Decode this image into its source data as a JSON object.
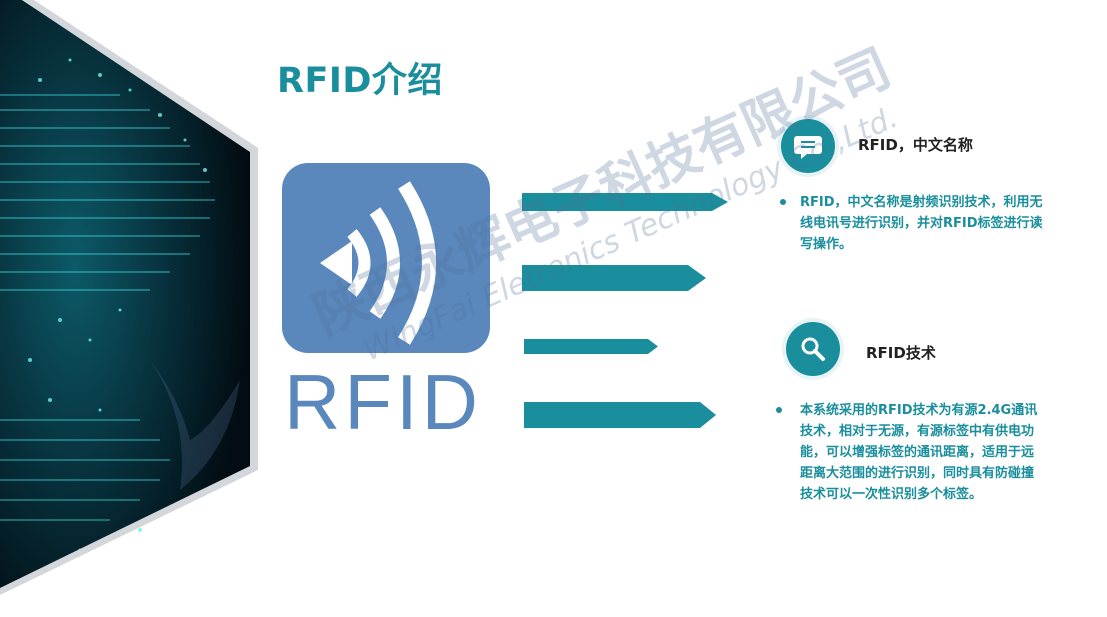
{
  "title": "RFID介绍",
  "logo_text": "RFID",
  "section1": {
    "heading": "RFID，中文名称",
    "icon": "chat-bubble-icon",
    "lines": [
      "RFID，中文名称是射频识别技术，利用无",
      "线电讯号进行识别，并对RFID标签进行读",
      "写操作。"
    ]
  },
  "section2": {
    "heading": "RFID技术",
    "icon": "search-icon",
    "lines": [
      "本系统采用的RFID技术为有源2.4G通讯",
      "技术，相对于无源，有源标签中有供电功",
      "能，可以增强标签的通讯距离，适用于远",
      "距离大范围的进行识别，同时具有防碰撞",
      "技术可以一次性识别多个标签。"
    ]
  },
  "watermark": {
    "cn": "陕西永辉电子科技有限公司",
    "en": "WingFai Eletronics Technology Co.,Ltd."
  },
  "colors": {
    "accent": "#1a8e9c",
    "logo_blue": "#5a88bd"
  }
}
